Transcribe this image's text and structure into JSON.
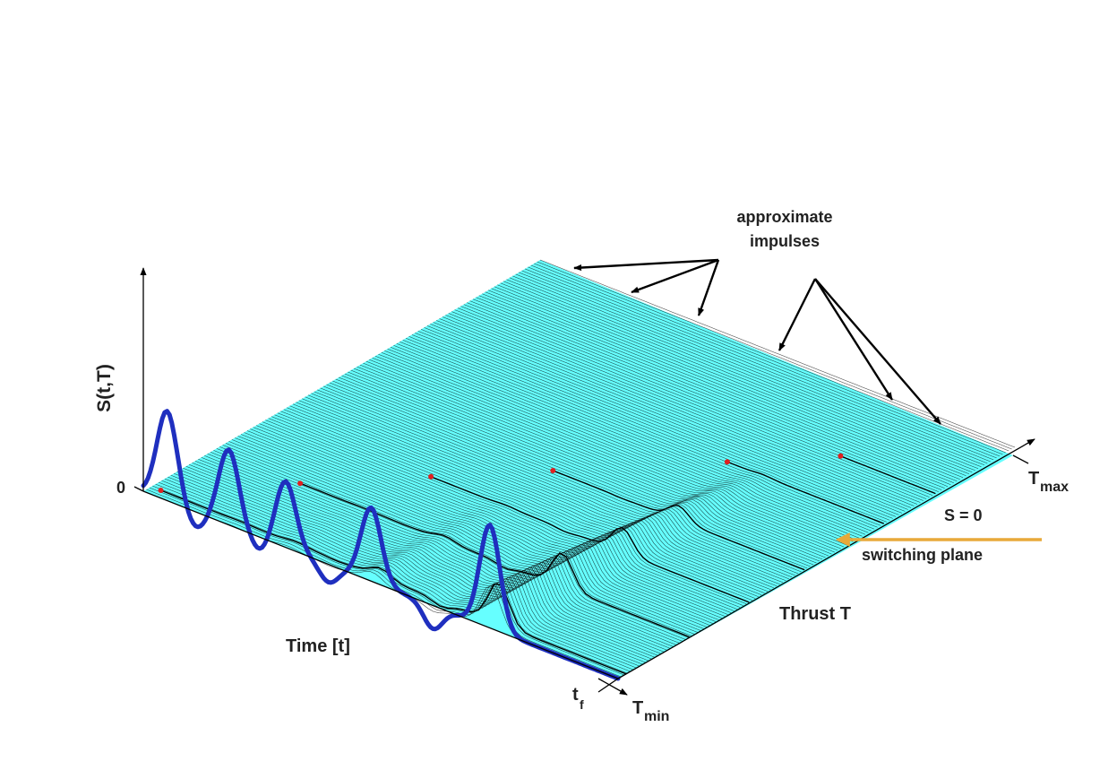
{
  "figure": {
    "labels": {
      "y_axis": "S(t,T)",
      "zero_tick": "0",
      "time_axis": "Time [t]",
      "thrust_axis": "Thrust T",
      "tf_main": "t",
      "tf_sub": "f",
      "tmax_main": "T",
      "tmax_sub": "max",
      "tmin_main": "T",
      "tmin_sub": "min",
      "plane_equation": "S = 0",
      "plane_name": "switching plane",
      "callout_line1": "approximate",
      "callout_line2": "impulses"
    },
    "colors": {
      "plane": "#66FFFF",
      "mesh": "#000000",
      "curve": "#1F2FBF",
      "impulse": "#E02020",
      "arrow": "#E8A93A",
      "axis": "#000000"
    }
  }
}
